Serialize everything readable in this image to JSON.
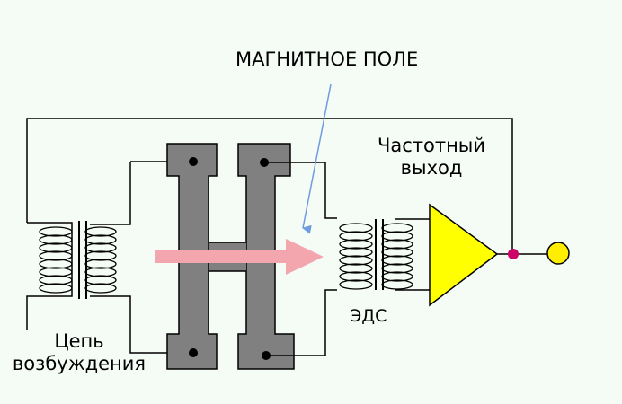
{
  "labels": {
    "magnetic_field": "МАГНИТНОЕ ПОЛЕ",
    "frequency_output": "Частотный выход",
    "frequency_output_line1": "Частотный",
    "frequency_output_line2": "выход",
    "emf": "ЭДС",
    "excitation_circuit_line1": "Цепь",
    "excitation_circuit_line2": "возбуждения"
  },
  "colors": {
    "background": "#f5fbf5",
    "core": "#808080",
    "field_arrow": "#f4a6ae",
    "pointer_arrow": "#6f9be0",
    "amplifier": "#ffff00",
    "output_terminal": "#ffee00",
    "junction": "#cc0066",
    "wire": "#000000"
  }
}
